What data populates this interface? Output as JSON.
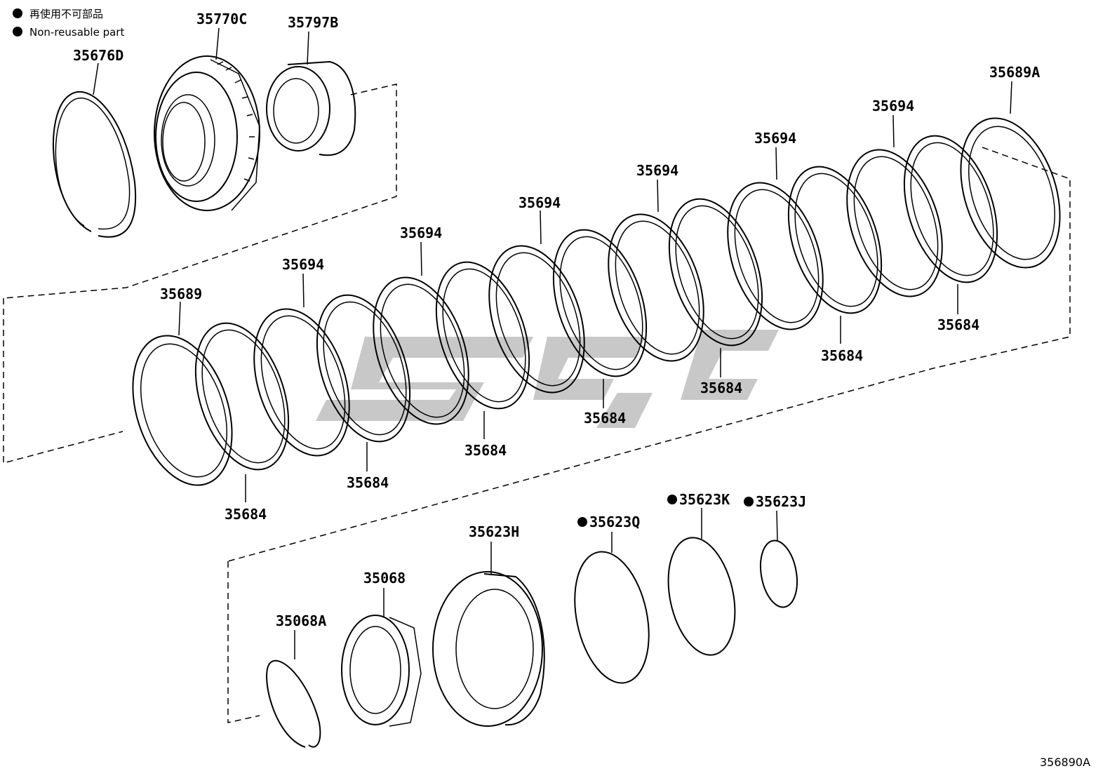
{
  "legend": {
    "jp_text": "再使用不可部品",
    "en_text": "Non-reusable part"
  },
  "diagram_id": "356890A",
  "parts": {
    "p35676D": "35676D",
    "p35770C": "35770C",
    "p35797B": "35797B",
    "p35689A": "35689A",
    "p35694_1": "35694",
    "p35694_2": "35694",
    "p35694_3": "35694",
    "p35694_4": "35694",
    "p35694_5": "35694",
    "p35694_6": "35694",
    "p35689": "35689",
    "p35684_1": "35684",
    "p35684_2": "35684",
    "p35684_3": "35684",
    "p35684_4": "35684",
    "p35684_5": "35684",
    "p35684_6": "35684",
    "p35684_7": "35684",
    "p35623H": "35623H",
    "p35623Q": "35623Q",
    "p35623K": "35623K",
    "p35623J": "35623J",
    "p35068": "35068",
    "p35068A": "35068A"
  },
  "colors": {
    "line": "#000000",
    "watermark": "#9a9a9a"
  }
}
